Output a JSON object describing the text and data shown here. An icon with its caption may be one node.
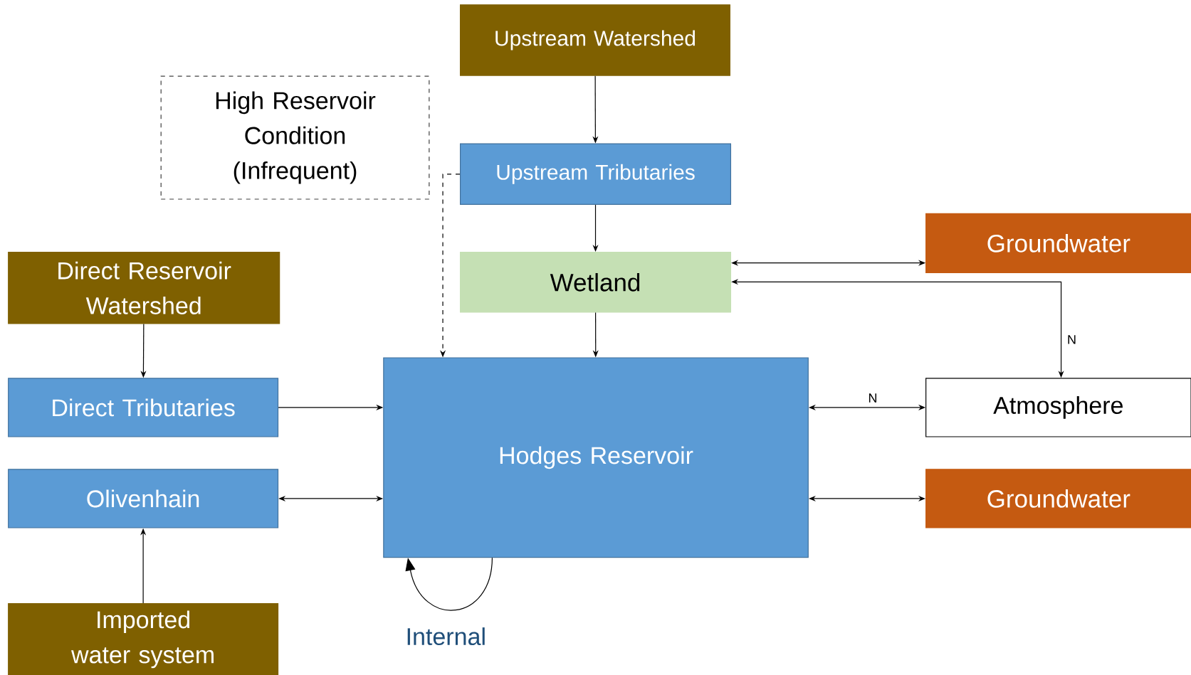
{
  "diagram": {
    "nodes": [
      {
        "text": [
          "Upstream Watershed"
        ]
      },
      {
        "text": [
          "High Reservoir Condition (Infrequent)"
        ]
      },
      {
        "text": [
          "Upstream Tributaries"
        ]
      },
      {
        "text": [
          "Groundwater"
        ]
      },
      {
        "text": [
          "Direct Reservoir Watershed"
        ]
      },
      {
        "text": [
          "Wetland"
        ]
      },
      {
        "text": [
          "Direct Tributaries"
        ]
      },
      {
        "text": [
          "Hodges Reservoir"
        ]
      },
      {
        "text": [
          "Atmosphere"
        ]
      },
      {
        "text": [
          "Olivenhain"
        ]
      },
      {
        "text": [
          "Groundwater"
        ]
      },
      {
        "text": [
          "Imported water system"
        ]
      }
    ],
    "edges": [
      {
        "from": 0,
        "to": 2,
        "arrow": "to"
      },
      {
        "from": 2,
        "to": 5,
        "arrow": "to"
      },
      {
        "from": 2,
        "to": 7,
        "arrow": "to",
        "style": "dashed"
      },
      {
        "from": 5,
        "to": 3,
        "arrow": "both"
      },
      {
        "from": 8,
        "to": 5,
        "arrow": "both",
        "label": "N"
      },
      {
        "from": 5,
        "to": 7,
        "arrow": "to"
      },
      {
        "from": 4,
        "to": 6,
        "arrow": "to"
      },
      {
        "from": 6,
        "to": 7,
        "arrow": "to"
      },
      {
        "from": 9,
        "to": 7,
        "arrow": "both"
      },
      {
        "from": 7,
        "to": 8,
        "arrow": "both",
        "label": "N"
      },
      {
        "from": 7,
        "to": 10,
        "arrow": "both"
      },
      {
        "from": 11,
        "to": 9,
        "arrow": "to"
      },
      {
        "from": 7,
        "to": 7,
        "arrow": "to",
        "label": "Internal"
      }
    ]
  }
}
